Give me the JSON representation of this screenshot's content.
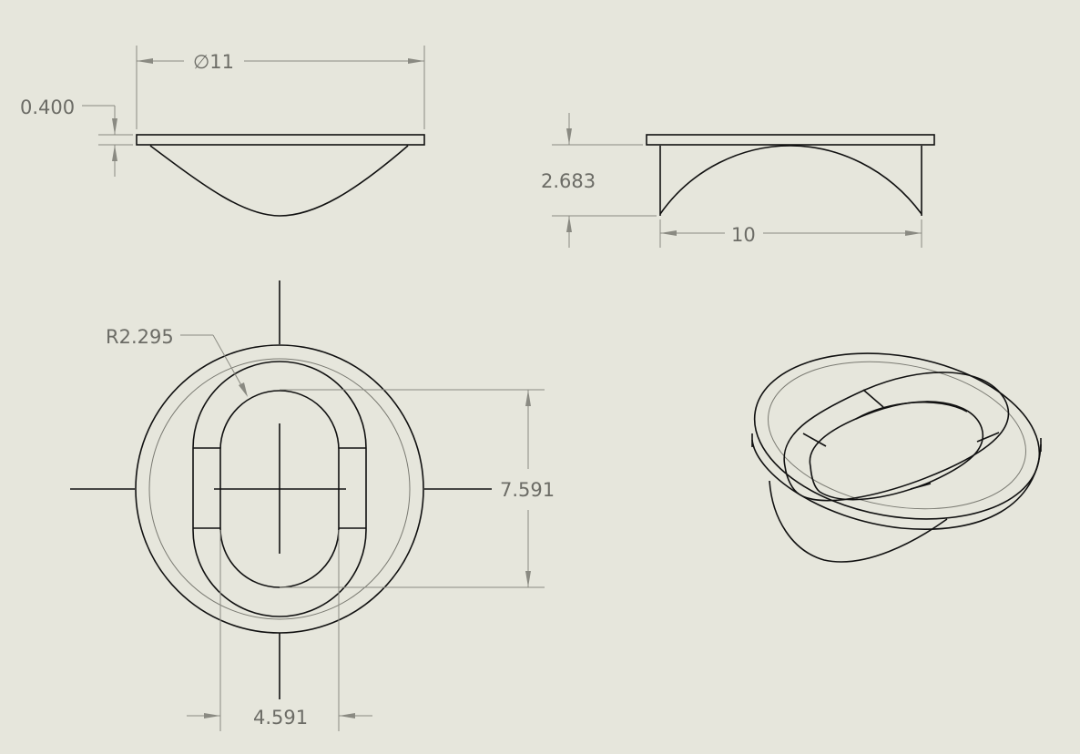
{
  "drawing": {
    "views": {
      "front": {
        "dimensions": {
          "diameter": {
            "symbol": "∅",
            "value": "11"
          },
          "lip_thickness": "0.400"
        }
      },
      "side": {
        "dimensions": {
          "depth": "2.683",
          "width": "10"
        }
      },
      "top": {
        "dimensions": {
          "radius": "R2.295",
          "height": "7.591",
          "inner_width": "4.591"
        }
      },
      "isometric": {}
    },
    "colors": {
      "background": "#e6e6dc",
      "geometry": "#111111",
      "dimension": "#8a8a82",
      "dimension_text": "#6c6c66"
    }
  }
}
